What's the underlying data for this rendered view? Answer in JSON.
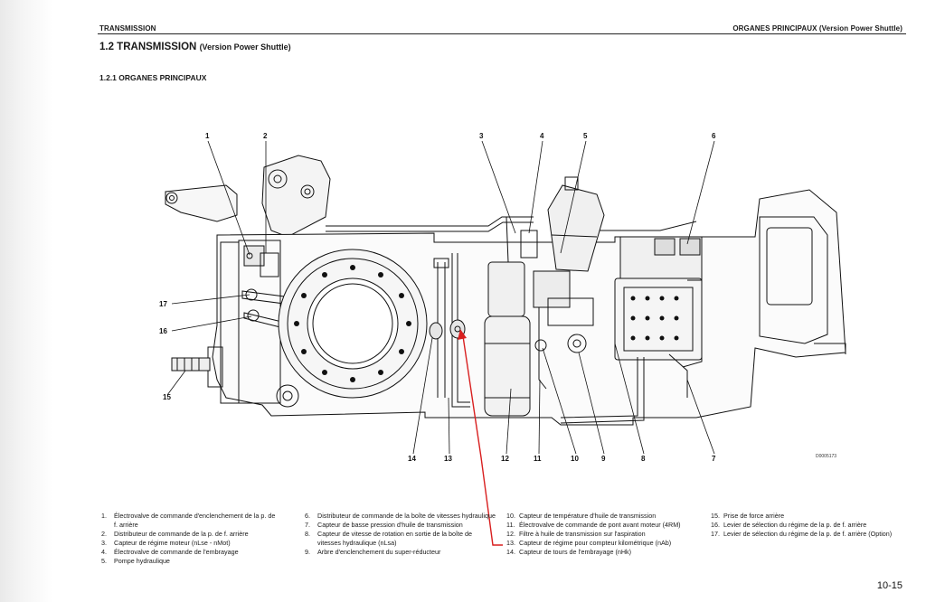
{
  "header": {
    "left": "TRANSMISSION",
    "right": "ORGANES PRINCIPAUX (Version Power Shuttle)"
  },
  "section": {
    "title_main": "1.2 TRANSMISSION",
    "title_sub": "(Version Power Shuttle)"
  },
  "subsection": {
    "title": "1.2.1 ORGANES PRINCIPAUX"
  },
  "diagram": {
    "callouts": [
      "1",
      "2",
      "3",
      "4",
      "5",
      "6",
      "17",
      "16",
      "15",
      "14",
      "13",
      "12",
      "11",
      "10",
      "9",
      "8",
      "7"
    ],
    "drawing_code": "D0005173"
  },
  "legend": {
    "col1": [
      {
        "num": "1.",
        "text": "Électrovalve de commande d'enclenchement de la p. de f. arrière"
      },
      {
        "num": "2.",
        "text": "Distributeur de commande de la p. de f. arrière"
      },
      {
        "num": "3.",
        "text": "Capteur de régime moteur (nLse - nMot)"
      },
      {
        "num": "4.",
        "text": "Électrovalve de commande de l'embrayage"
      },
      {
        "num": "5.",
        "text": "Pompe hydraulique"
      }
    ],
    "col2": [
      {
        "num": "6.",
        "text": "Distributeur de commande de la boîte de vitesses hydraulique"
      },
      {
        "num": "7.",
        "text": "Capteur de basse pression d'huile de transmission"
      },
      {
        "num": "8.",
        "text": "Capteur de vitesse de rotation en sortie de la boîte de vitesses hydraulique (nLsa)"
      },
      {
        "num": "9.",
        "text": "Arbre d'enclenchement du super-réducteur"
      }
    ],
    "col3": [
      {
        "num": "10.",
        "text": "Capteur de température d'huile de transmission"
      },
      {
        "num": "11.",
        "text": "Électrovalve de commande de pont avant moteur (4RM)"
      },
      {
        "num": "12.",
        "text": "Filtre à huile de transmission sur l'aspiration"
      },
      {
        "num": "13.",
        "text": "Capteur de régime pour compteur kilométrique (nAb)"
      },
      {
        "num": "14.",
        "text": "Capteur de tours de l'embrayage (nHk)"
      }
    ],
    "col4": [
      {
        "num": "15.",
        "text": "Prise de force arrière"
      },
      {
        "num": "16.",
        "text": "Levier de sélection du régime de la p. de f. arrière"
      },
      {
        "num": "17.",
        "text": "Levier de sélection du régime de la p. de f. arrière (Option)"
      }
    ]
  },
  "page_number": "10-15"
}
